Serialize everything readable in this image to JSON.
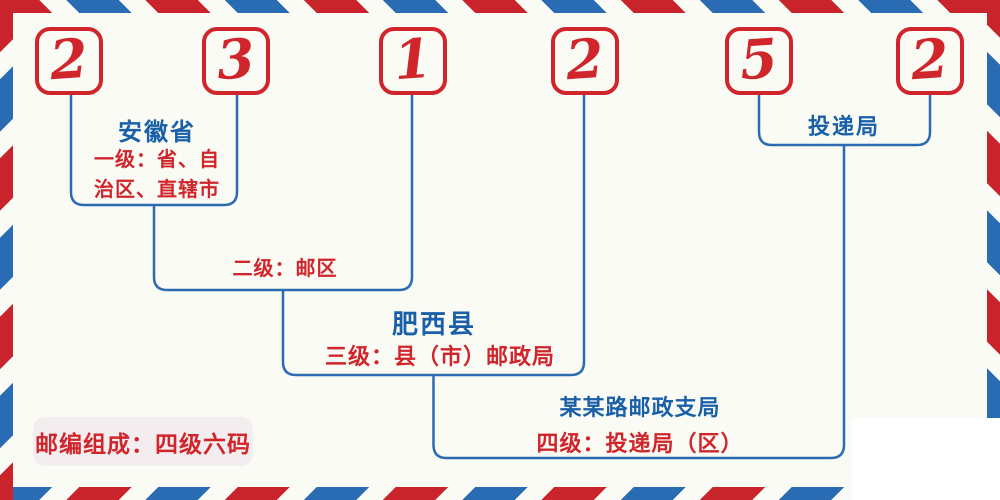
{
  "envelope": {
    "postal_code": "231252",
    "digits": [
      "2",
      "3",
      "1",
      "2",
      "5",
      "2"
    ],
    "badge_text": "邮编组成：四级六码",
    "labels": {
      "level1_place": "安徽省",
      "level1_desc_line1": "一级：省、自",
      "level1_desc_line2": "治区、直辖市",
      "level2_desc": "二级：邮区",
      "level3_place": "肥西县",
      "level3_desc": "三级：县（市）邮政局",
      "level4_place": "某某路邮政支局",
      "level4_desc": "四级：投递局（区）",
      "delivery_office": "投递局"
    },
    "colors": {
      "red": "#d0252b",
      "stripe_red": "#c9242b",
      "stripe_blue": "#2a6cb4",
      "line_blue": "#2d6bb1",
      "text_blue": "#1a60a8",
      "badge_bg": "#f4edf0",
      "background": "#fafbf5"
    }
  }
}
